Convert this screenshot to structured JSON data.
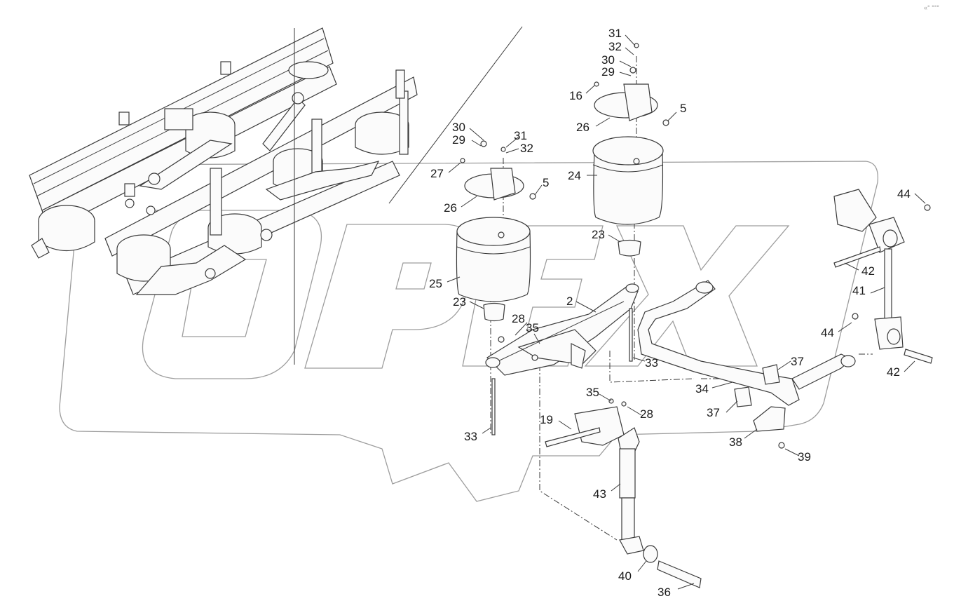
{
  "corner_mark": "«° °°°",
  "watermark_logo_text": "OPEX",
  "callouts": [
    {
      "id": "c31a",
      "text": "31"
    },
    {
      "id": "c32a",
      "text": "32"
    },
    {
      "id": "c30a",
      "text": "30"
    },
    {
      "id": "c29a",
      "text": "29"
    },
    {
      "id": "c16",
      "text": "16"
    },
    {
      "id": "c5a",
      "text": "5"
    },
    {
      "id": "c26a",
      "text": "26"
    },
    {
      "id": "c24",
      "text": "24"
    },
    {
      "id": "c30b",
      "text": "30"
    },
    {
      "id": "c29b",
      "text": "29"
    },
    {
      "id": "c31b",
      "text": "31"
    },
    {
      "id": "c32b",
      "text": "32"
    },
    {
      "id": "c27",
      "text": "27"
    },
    {
      "id": "c5b",
      "text": "5"
    },
    {
      "id": "c26b",
      "text": "26"
    },
    {
      "id": "c23a",
      "text": "23"
    },
    {
      "id": "c25",
      "text": "25"
    },
    {
      "id": "c23b",
      "text": "23"
    },
    {
      "id": "c2",
      "text": "2"
    },
    {
      "id": "c28a",
      "text": "28"
    },
    {
      "id": "c35a",
      "text": "35"
    },
    {
      "id": "c33a",
      "text": "33"
    },
    {
      "id": "c33b",
      "text": "33"
    },
    {
      "id": "c35b",
      "text": "35"
    },
    {
      "id": "c28b",
      "text": "28"
    },
    {
      "id": "c19",
      "text": "19"
    },
    {
      "id": "c43",
      "text": "43"
    },
    {
      "id": "c40",
      "text": "40"
    },
    {
      "id": "c36",
      "text": "36"
    },
    {
      "id": "c34",
      "text": "34"
    },
    {
      "id": "c37a",
      "text": "37"
    },
    {
      "id": "c37b",
      "text": "37"
    },
    {
      "id": "c38",
      "text": "38"
    },
    {
      "id": "c39",
      "text": "39"
    },
    {
      "id": "c44a",
      "text": "44"
    },
    {
      "id": "c42a",
      "text": "42"
    },
    {
      "id": "c41",
      "text": "41"
    },
    {
      "id": "c44b",
      "text": "44"
    },
    {
      "id": "c42b",
      "text": "42"
    }
  ]
}
